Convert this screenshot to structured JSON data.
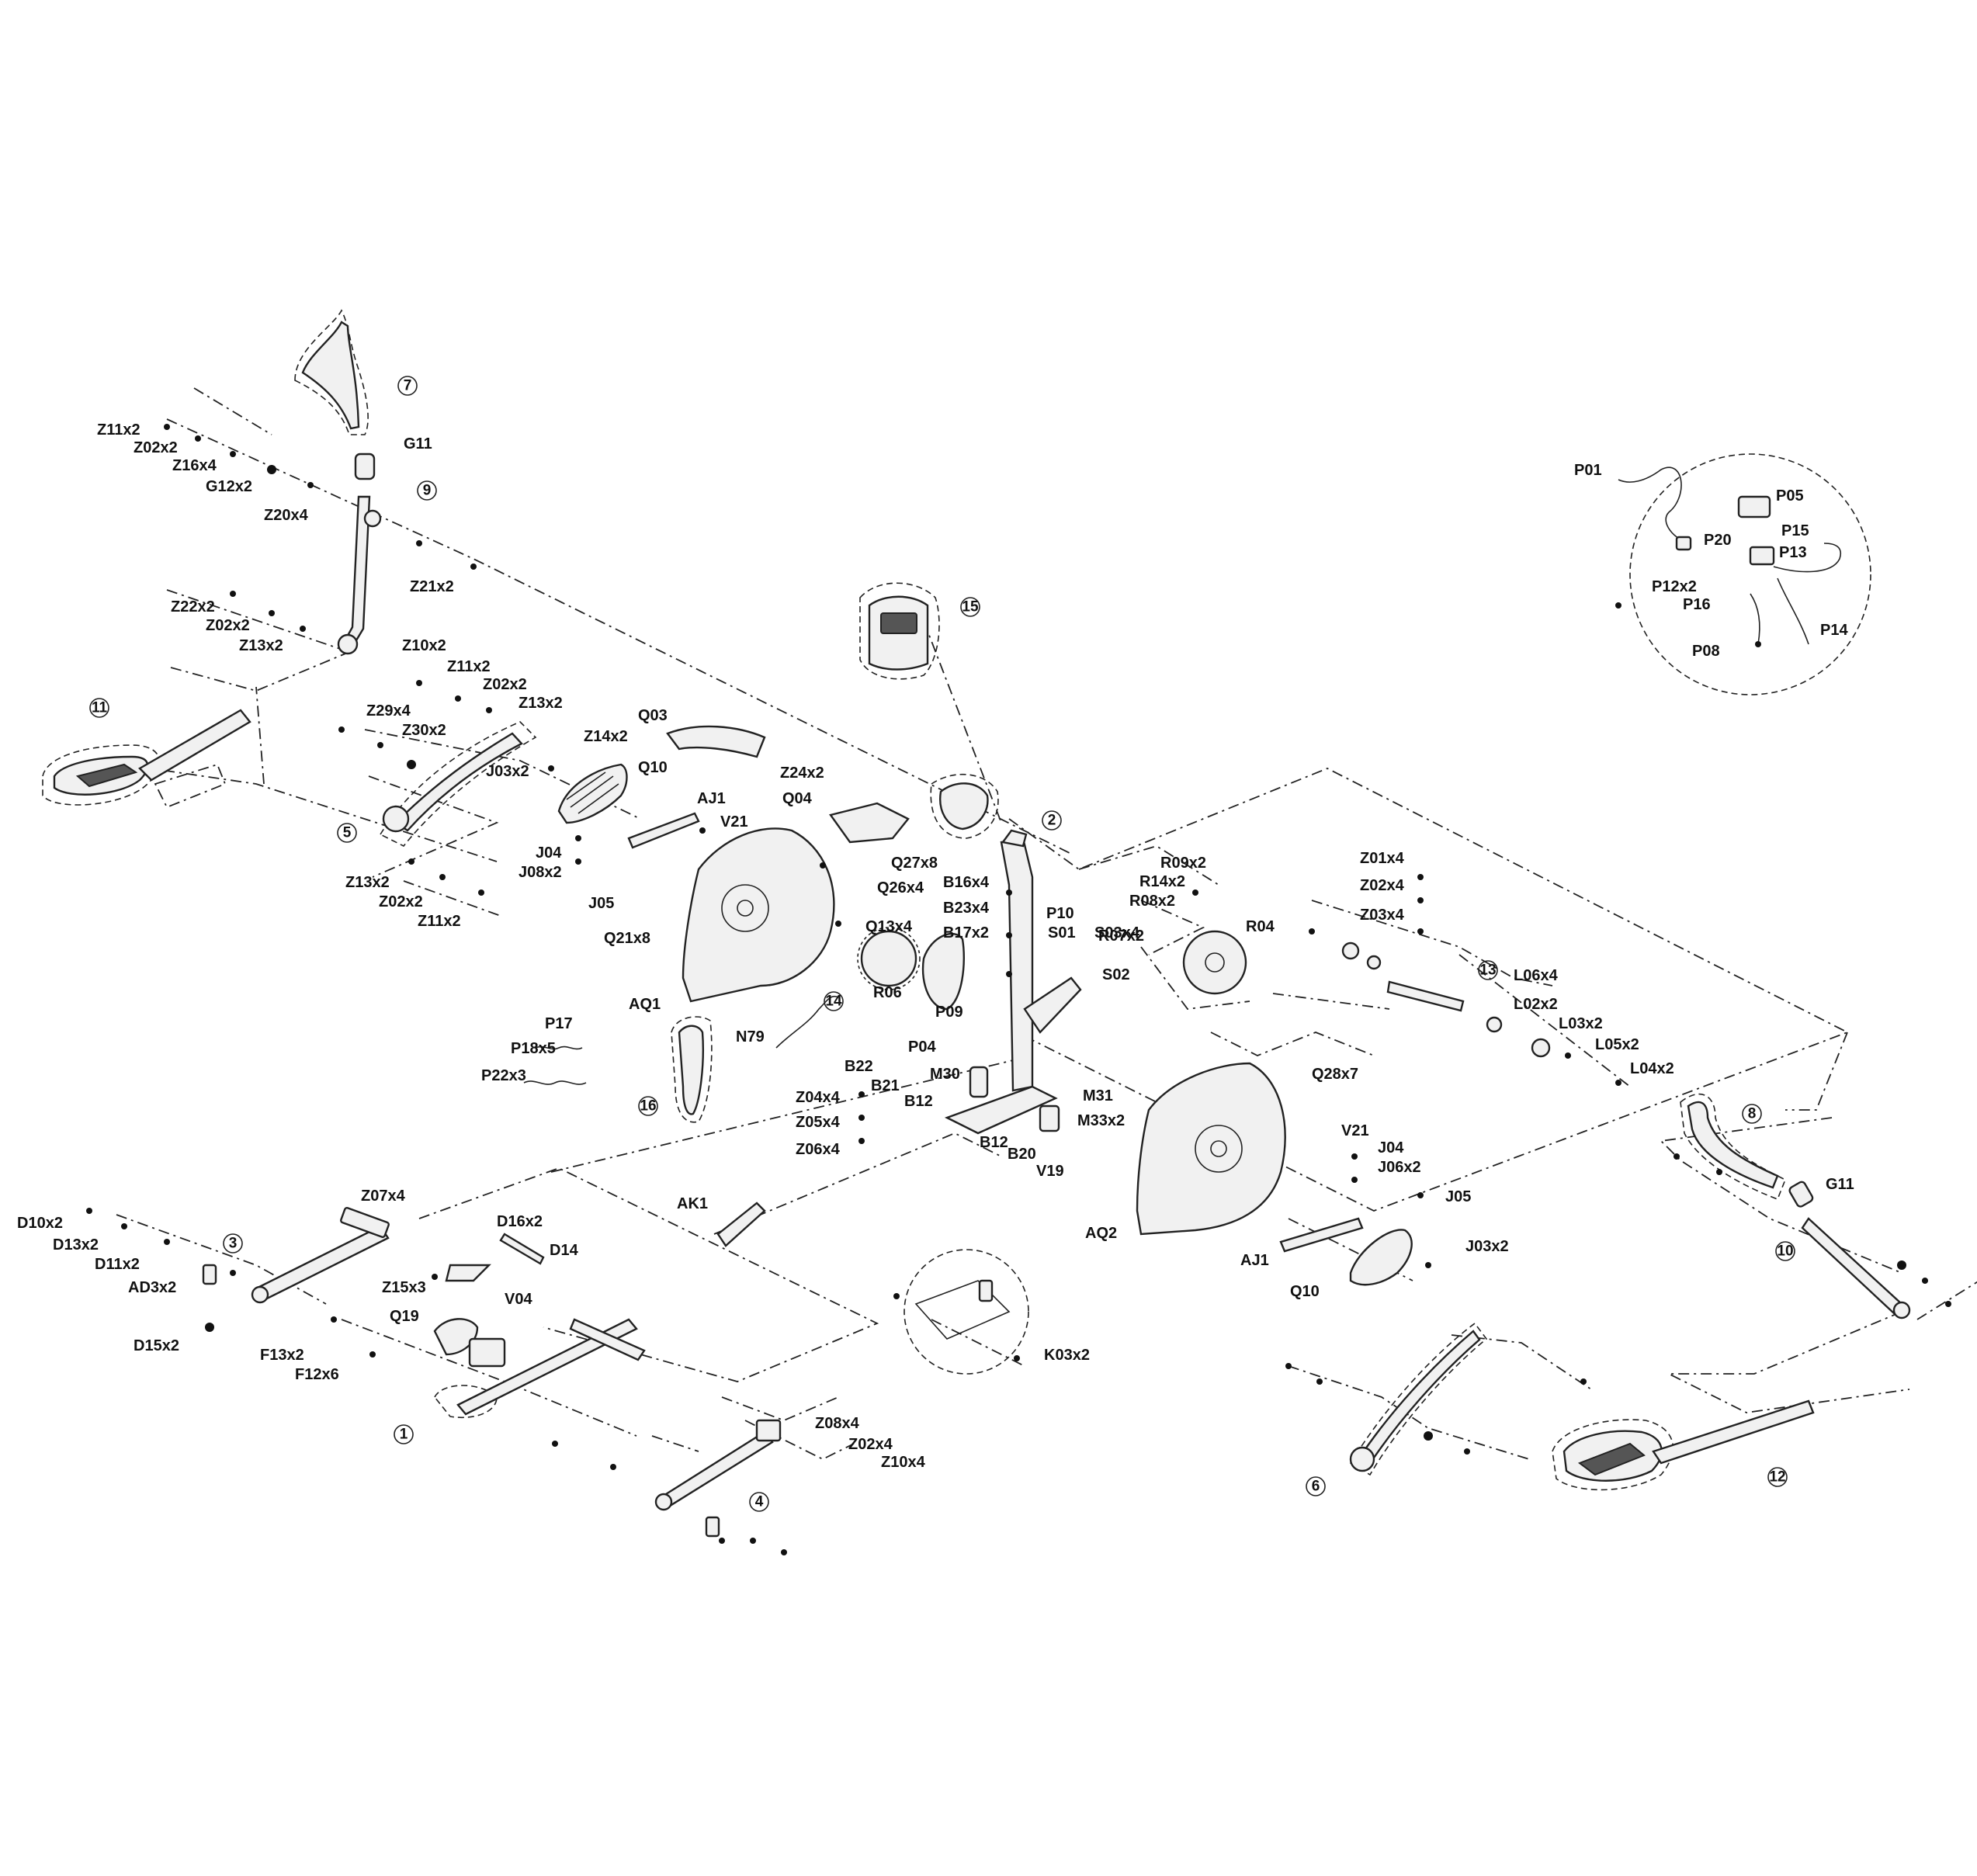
{
  "colors": {
    "ink": "#111111",
    "background": "#ffffff"
  },
  "callouts": [
    {
      "id": "c7",
      "text": "7"
    },
    {
      "id": "c9",
      "text": "9"
    },
    {
      "id": "c11",
      "text": "11"
    },
    {
      "id": "c5",
      "text": "5"
    },
    {
      "id": "c15",
      "text": "15"
    },
    {
      "id": "c2",
      "text": "2"
    },
    {
      "id": "c14",
      "text": "14"
    },
    {
      "id": "c16",
      "text": "16"
    },
    {
      "id": "c13",
      "text": "13"
    },
    {
      "id": "c8",
      "text": "8"
    },
    {
      "id": "c10",
      "text": "10"
    },
    {
      "id": "c3",
      "text": "3"
    },
    {
      "id": "c1",
      "text": "1"
    },
    {
      "id": "c4",
      "text": "4"
    },
    {
      "id": "c6",
      "text": "6"
    },
    {
      "id": "c12",
      "text": "12"
    }
  ],
  "labels": [
    "Z11x2",
    "Z02x2",
    "Z16x4",
    "G12x2",
    "Z20x4",
    "G11",
    "Z21x2",
    "Z22x2",
    "Z02x2",
    "Z13x2",
    "Z10x2",
    "Z11x2",
    "Z02x2",
    "Z13x2",
    "Z29x4",
    "Z30x2",
    "Z14x2",
    "Q03",
    "J03x2",
    "Q10",
    "AJ1",
    "V21",
    "J04",
    "J08x2",
    "J05",
    "Z13x2",
    "Z02x2",
    "Z11x2",
    "Z24x2",
    "Q04",
    "Q27x8",
    "Q26x4",
    "Q13x4",
    "Q21x8",
    "AQ1",
    "R06",
    "N79",
    "P17",
    "P18x5",
    "P22x3",
    "B16x4",
    "B23x4",
    "B17x2",
    "P10",
    "S01",
    "S03x4",
    "S02",
    "P09",
    "P04",
    "M30",
    "B22",
    "B21",
    "B12",
    "Z04x4",
    "Z05x4",
    "Z06x4",
    "B12",
    "B20",
    "V19",
    "M31",
    "M33x2",
    "R09x2",
    "R14x2",
    "R08x2",
    "R07x2",
    "R04",
    "Z01x4",
    "Z02x4",
    "Z03x4",
    "L06x4",
    "L02x2",
    "L03x2",
    "L05x2",
    "L04x2",
    "Q28x7",
    "V21",
    "J04",
    "J06x2",
    "J05",
    "AQ2",
    "AJ1",
    "Q10",
    "J03x2",
    "G11",
    "Z07x4",
    "D10x2",
    "D13x2",
    "D11x2",
    "AD3x2",
    "D15x2",
    "D16x2",
    "D14",
    "Z15x3",
    "V04",
    "Q19",
    "F13x2",
    "F12x6",
    "AK1",
    "K03x2",
    "Z08x4",
    "Z02x4",
    "Z10x4",
    "P01",
    "P05",
    "P15",
    "P20",
    "P13",
    "P12x2",
    "P16",
    "P14",
    "P08"
  ]
}
